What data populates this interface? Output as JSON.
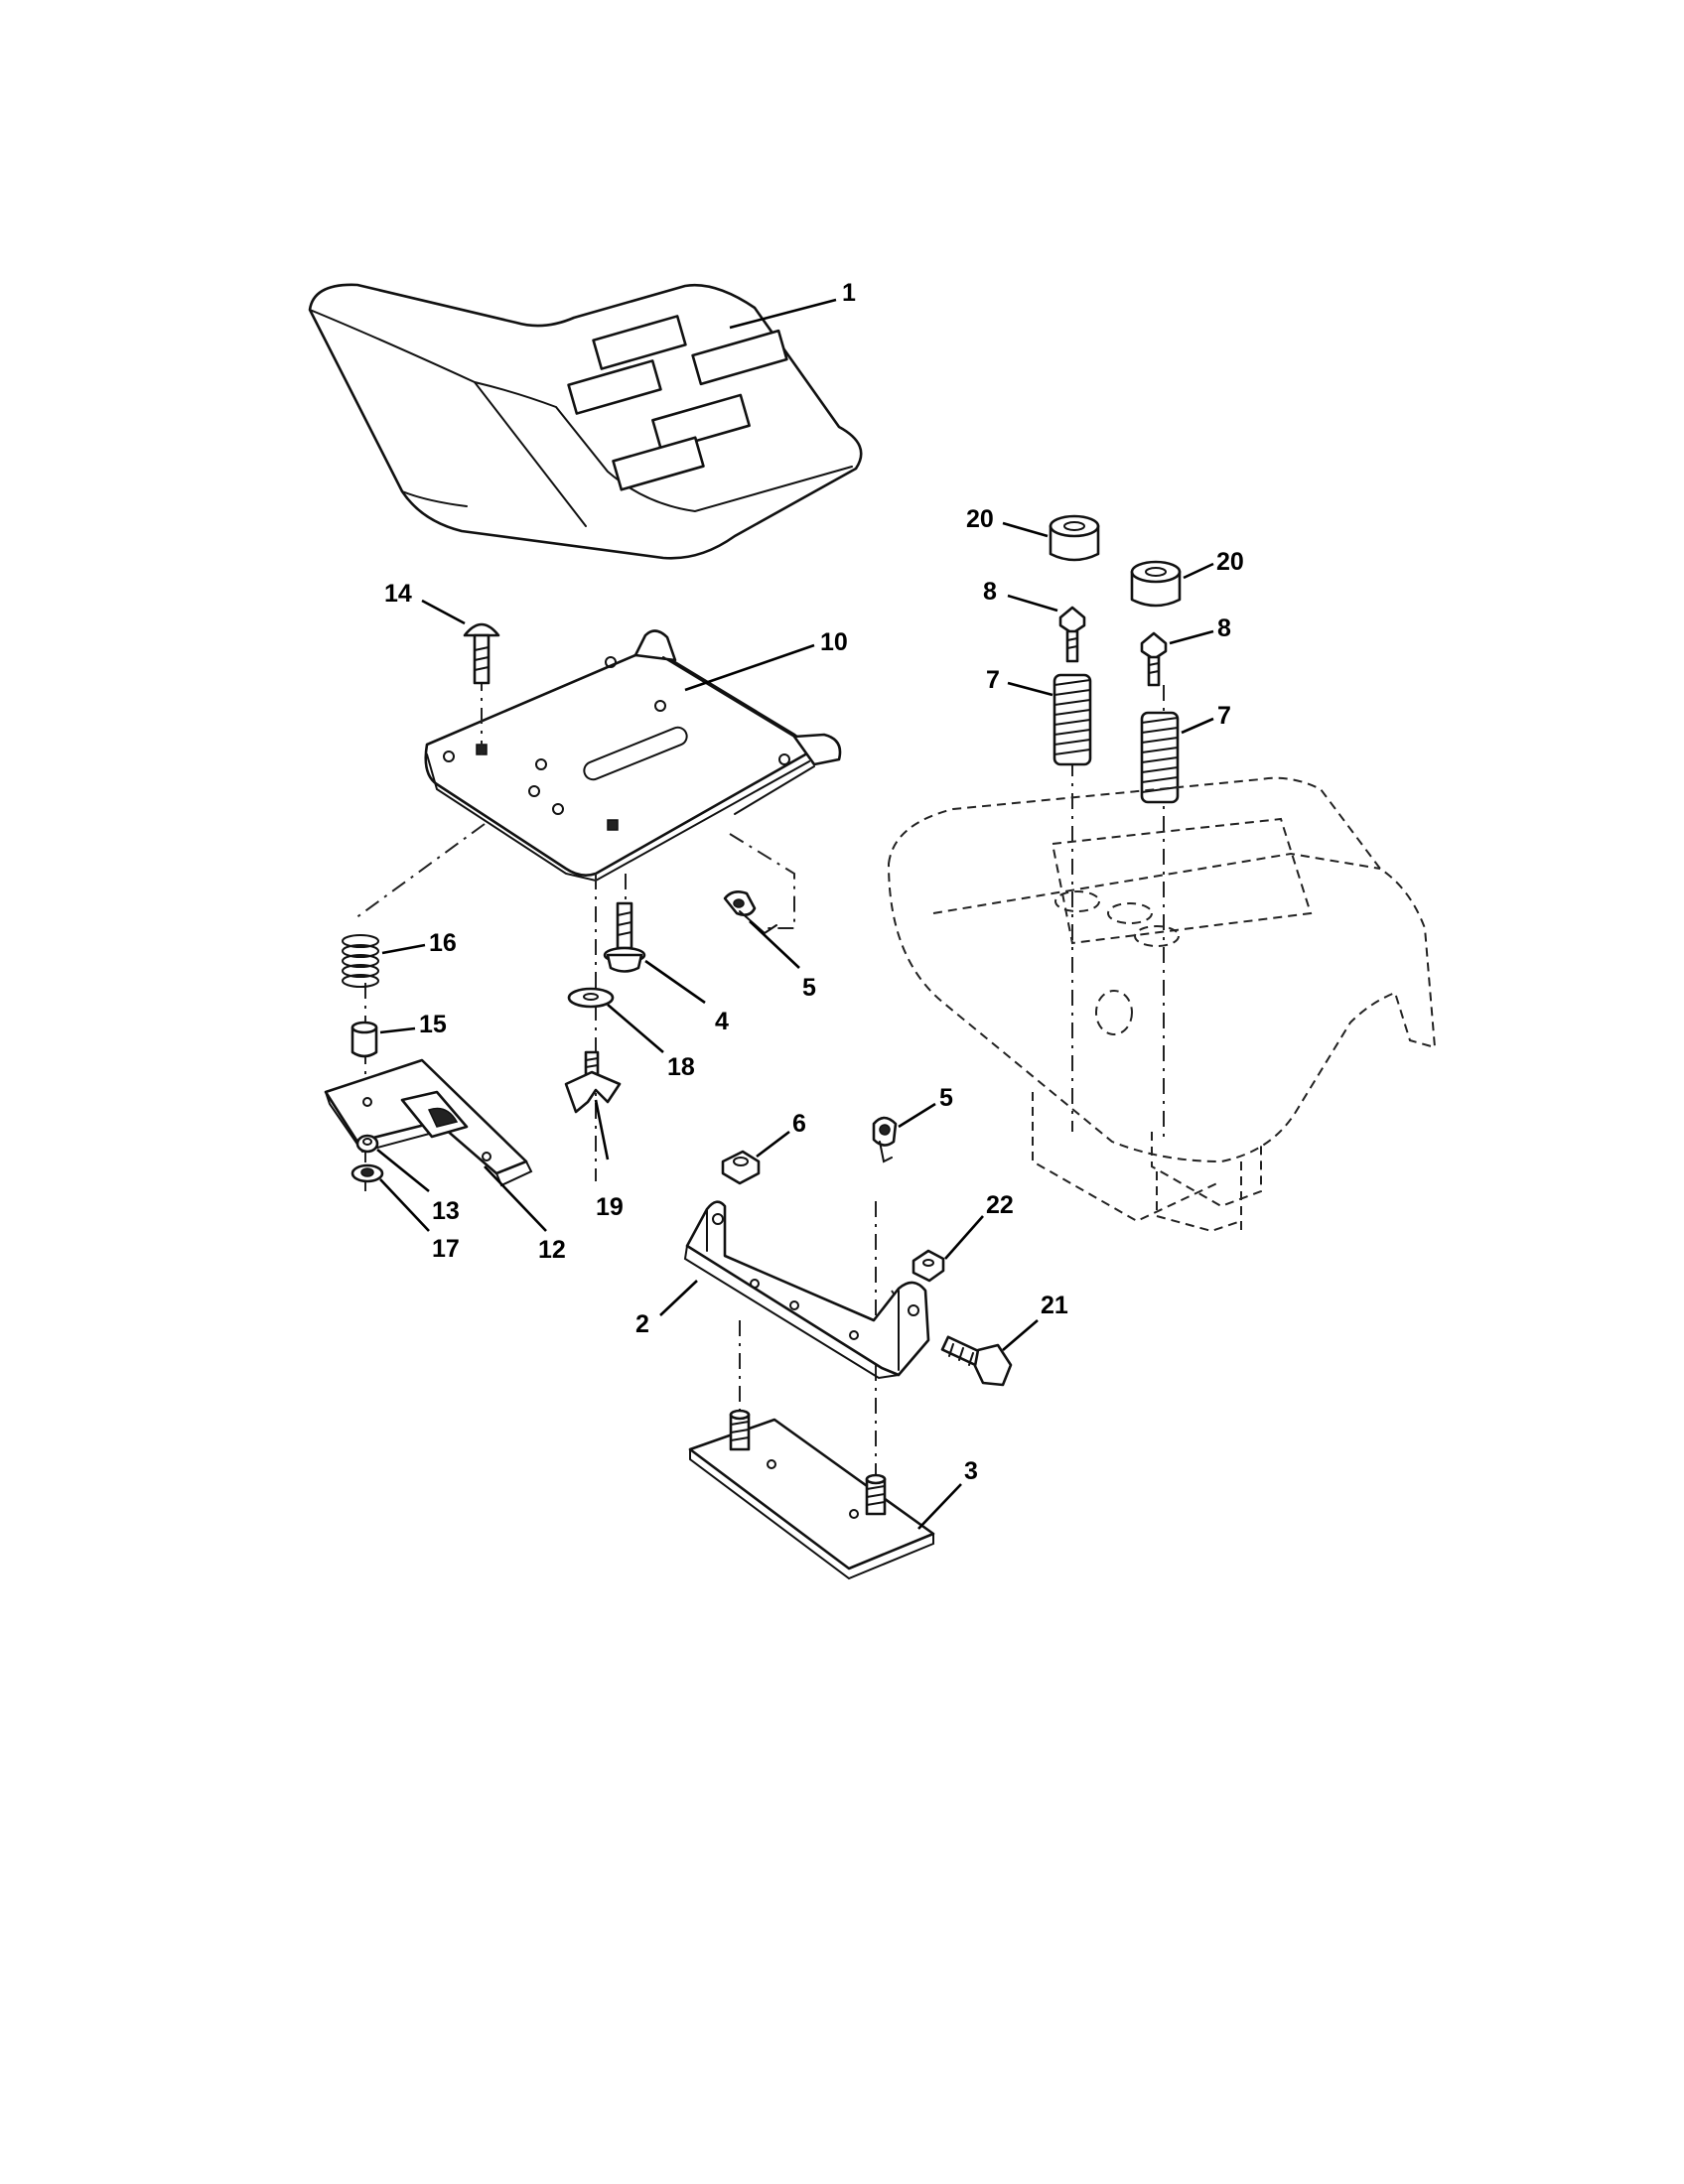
{
  "callouts": [
    {
      "num": "1",
      "name": "seat"
    },
    {
      "num": "10",
      "name": "seat-pan"
    },
    {
      "num": "14",
      "name": "carriage-bolt"
    },
    {
      "num": "16",
      "name": "spring"
    },
    {
      "num": "15",
      "name": "bushing"
    },
    {
      "num": "12",
      "name": "slide-plate"
    },
    {
      "num": "13",
      "name": "nut"
    },
    {
      "num": "17",
      "name": "washer"
    },
    {
      "num": "4",
      "name": "shoulder-bolt"
    },
    {
      "num": "18",
      "name": "flat-washer"
    },
    {
      "num": "19",
      "name": "knob"
    },
    {
      "num": "5",
      "name": "clip"
    },
    {
      "num": "5",
      "name": "clip"
    },
    {
      "num": "6",
      "name": "nut"
    },
    {
      "num": "2",
      "name": "pivot-bracket"
    },
    {
      "num": "22",
      "name": "lock-nut"
    },
    {
      "num": "21",
      "name": "bolt"
    },
    {
      "num": "3",
      "name": "mounting-plate"
    },
    {
      "num": "20",
      "name": "bumper"
    },
    {
      "num": "20",
      "name": "bumper"
    },
    {
      "num": "8",
      "name": "bolt"
    },
    {
      "num": "8",
      "name": "bolt"
    },
    {
      "num": "7",
      "name": "spring"
    },
    {
      "num": "7",
      "name": "spring"
    }
  ]
}
